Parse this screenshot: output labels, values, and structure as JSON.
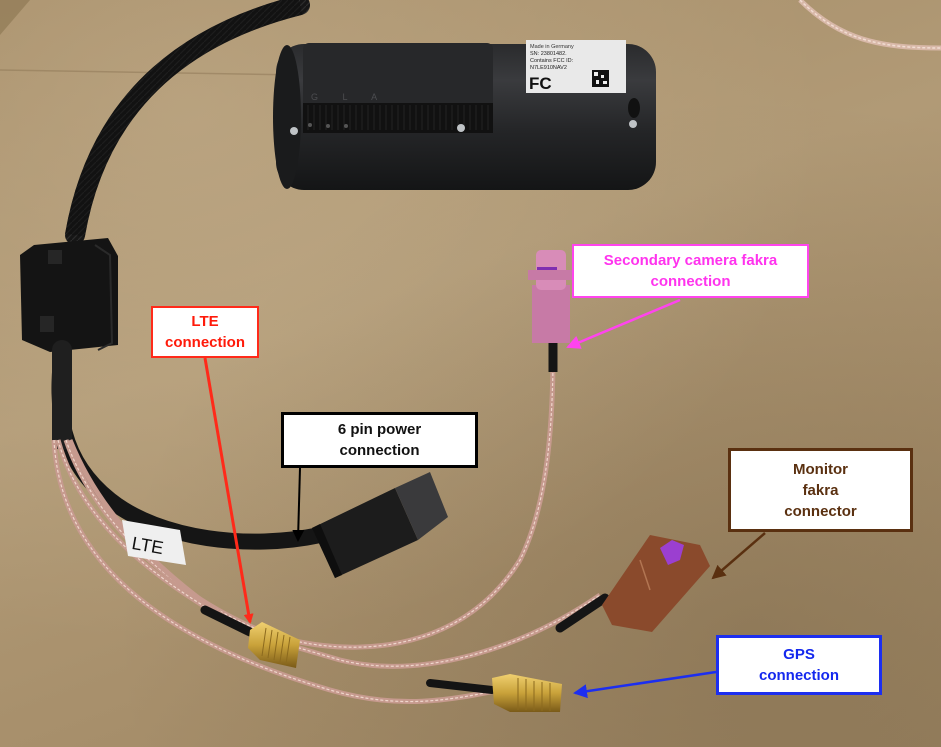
{
  "image": {
    "description": "Photo of a black cylindrical vehicle camera/telematics unit with braided cable, ferrite choke, breakout cables and connectors on cardboard, with annotation callouts",
    "background_color": "#a8916e"
  },
  "device": {
    "side_marking": "G L A",
    "label": {
      "lines": [
        "Made in Germany",
        "SN: 23801482.",
        "Contains FCC ID:",
        "N7LE910NAV2"
      ],
      "fcc_logo": "FC"
    }
  },
  "cable_tag": {
    "text": "LTE"
  },
  "annotations": [
    {
      "id": "secondary",
      "lines": [
        "Secondary camera fakra",
        "connection"
      ],
      "color": "#ff33ee"
    },
    {
      "id": "lte",
      "lines": [
        "LTE",
        "connection"
      ],
      "color": "#ff1a0a"
    },
    {
      "id": "power",
      "lines": [
        "6 pin power",
        "connection"
      ],
      "color": "#111111"
    },
    {
      "id": "monitor",
      "lines": [
        "Monitor",
        "fakra",
        "connector"
      ],
      "color": "#5a3010"
    },
    {
      "id": "gps",
      "lines": [
        "GPS",
        "connection"
      ],
      "color": "#1428ee"
    }
  ],
  "connector_colors": {
    "secondary_fakra": "#c77aa6",
    "monitor_fakra": "#8a4a2c",
    "fakra_latch": "#9b3fd0",
    "sma_gold": "#c9a23a"
  }
}
